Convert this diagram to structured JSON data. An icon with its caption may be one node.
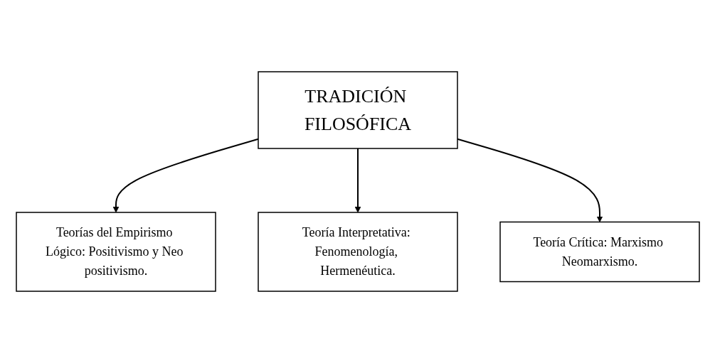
{
  "diagram": {
    "nodes": [
      {
        "text": [
          "TRADICIÓN FILOSÓFICA"
        ]
      },
      {
        "text": [
          "Teorías del Empirismo Lógico: Positivismo y Neo positivismo."
        ]
      },
      {
        "text": [
          "Teoría Interpretativa: Fenomenología, Hermenéutica."
        ]
      },
      {
        "text": [
          "Teoría Crítica: Marxismo Neomarxismo."
        ]
      }
    ],
    "edges": [
      {
        "from": 0,
        "to": 1,
        "arrow": "to"
      },
      {
        "from": 0,
        "to": 2,
        "arrow": "to"
      },
      {
        "from": 0,
        "to": 3,
        "arrow": "to"
      }
    ]
  }
}
